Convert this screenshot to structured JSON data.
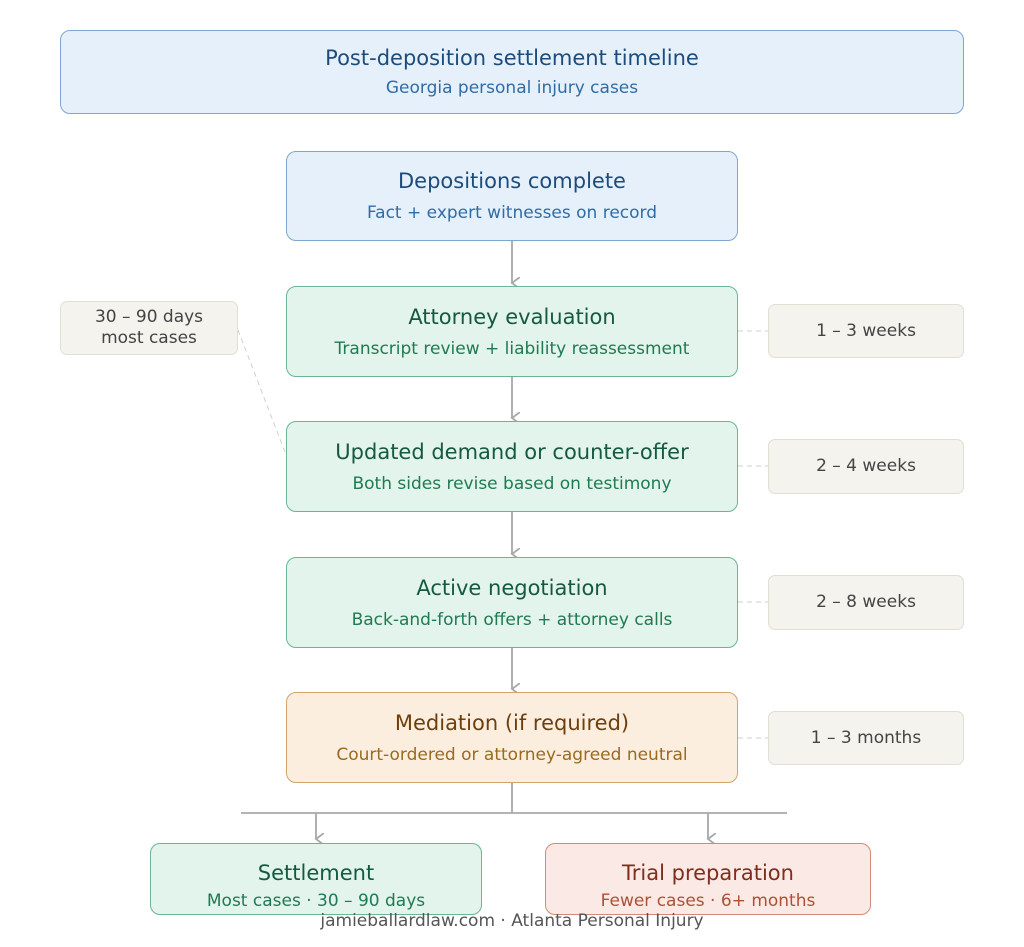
{
  "header": {
    "title": "Post-deposition settlement timeline",
    "subtitle": "Georgia personal injury cases"
  },
  "steps": [
    {
      "title": "Depositions complete",
      "subtitle": "Fact + expert witnesses on record",
      "duration": ""
    },
    {
      "title": "Attorney evaluation",
      "subtitle": "Transcript review + liability reassessment",
      "duration": "1 – 3 weeks"
    },
    {
      "title": "Updated demand or counter-offer",
      "subtitle": "Both sides revise based on testimony",
      "duration": "2 – 4 weeks"
    },
    {
      "title": "Active negotiation",
      "subtitle": "Back-and-forth offers + attorney calls",
      "duration": "2 – 8 weeks"
    },
    {
      "title": "Mediation (if required)",
      "subtitle": "Court-ordered or attorney-agreed neutral",
      "duration": "1 – 3 months"
    }
  ],
  "total_note": {
    "line1": "30 – 90 days",
    "line2": "most cases"
  },
  "outcomes": {
    "settlement": {
      "title": "Settlement",
      "subtitle": "Most cases · 30 – 90 days"
    },
    "trial": {
      "title": "Trial preparation",
      "subtitle": "Fewer cases · 6+ months"
    }
  },
  "footer": "jamieballardlaw.com · Atlanta Personal Injury",
  "colors": {
    "arrow": "#a8a8a8",
    "dashed_leader": "#cfcfcf",
    "blue_box": "#e6f0fb",
    "green_box": "#e2f4ec",
    "orange_box": "#fbeede",
    "red_box": "#fbe9e5",
    "side_box": "#f4f3ee"
  }
}
